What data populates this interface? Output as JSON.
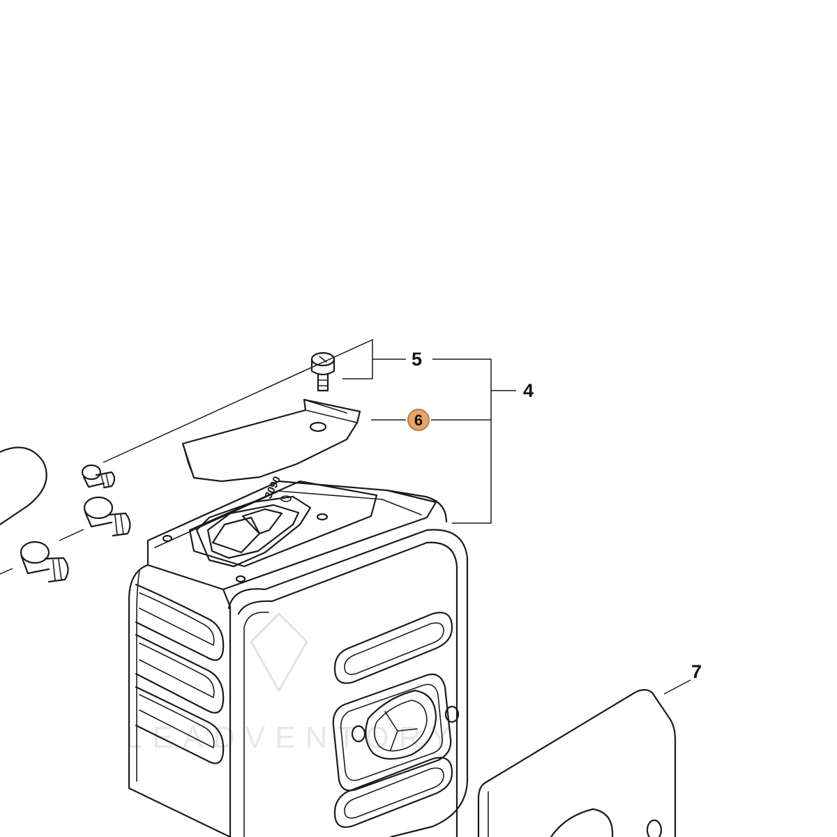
{
  "colors": {
    "line": "#1a1a1a",
    "background": "#ffffff",
    "highlight_fill": "#e8a56b",
    "highlight_stroke": "#c2793c",
    "watermark": "#d4d4d4"
  },
  "callouts": [
    {
      "id": "5",
      "label": "5",
      "highlighted": false
    },
    {
      "id": "4",
      "label": "4",
      "highlighted": false
    },
    {
      "id": "6",
      "label": "6",
      "highlighted": true
    },
    {
      "id": "7",
      "label": "7",
      "highlighted": false
    }
  ],
  "part_stamp": "3090",
  "watermark": "LEADVENTORY"
}
